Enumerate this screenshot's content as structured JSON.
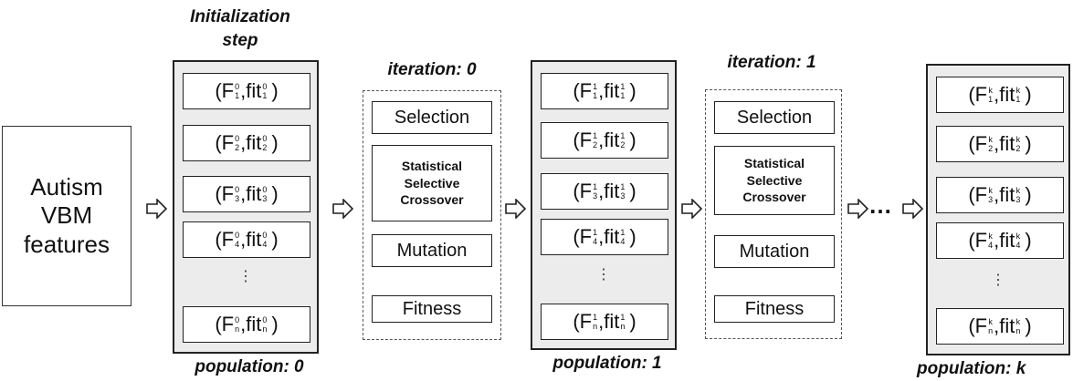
{
  "input": {
    "lines": [
      "Autism",
      "VBM",
      "features"
    ]
  },
  "init_label": {
    "line1": "Initialization",
    "line2": "step"
  },
  "iteration_labels": [
    "iteration: 0",
    "iteration: 1"
  ],
  "population_labels": [
    "population: 0",
    "population: 1",
    "population: k"
  ],
  "populations": [
    {
      "gen": "0",
      "items": [
        {
          "idx": "1",
          "gen": "0"
        },
        {
          "idx": "2",
          "gen": "0"
        },
        {
          "idx": "3",
          "gen": "0"
        },
        {
          "idx": "4",
          "gen": "0"
        },
        {
          "idx": "n",
          "gen": "0"
        }
      ]
    },
    {
      "gen": "1",
      "items": [
        {
          "idx": "1",
          "gen": "1"
        },
        {
          "idx": "2",
          "gen": "1"
        },
        {
          "idx": "3",
          "gen": "1"
        },
        {
          "idx": "4",
          "gen": "1"
        },
        {
          "idx": "n",
          "gen": "1"
        }
      ]
    },
    {
      "gen": "k",
      "items": [
        {
          "idx": "1",
          "gen": "k"
        },
        {
          "idx": "2",
          "gen": "k"
        },
        {
          "idx": "3",
          "gen": "k"
        },
        {
          "idx": "4",
          "gen": "k"
        },
        {
          "idx": "n",
          "gen": "k"
        }
      ]
    }
  ],
  "item_text": {
    "open": "(F",
    "mid": ",fit",
    "close": ")"
  },
  "vdots": "⋮",
  "operators": {
    "selection": "Selection",
    "crossover": [
      "Statistical",
      "Selective",
      "Crossover"
    ],
    "mutation": "Mutation",
    "fitness": "Fitness"
  },
  "ellipsis": "…"
}
